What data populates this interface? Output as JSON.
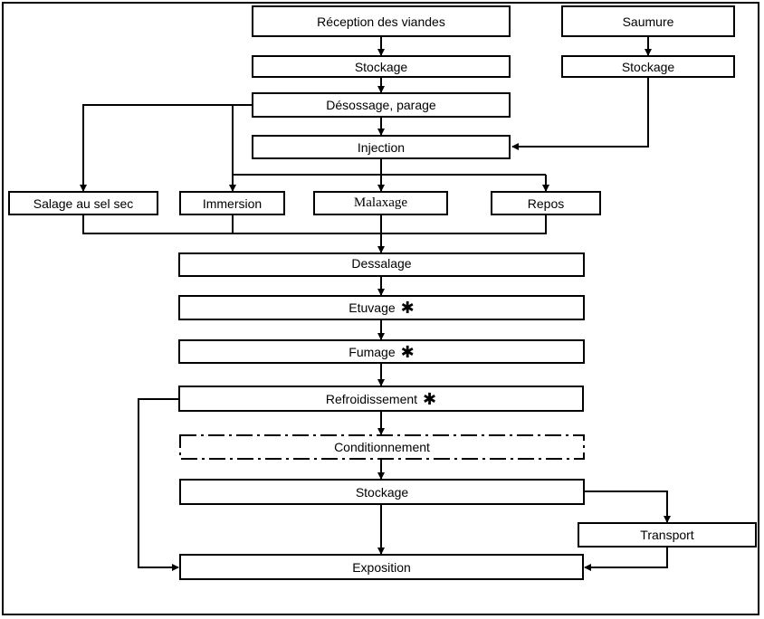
{
  "diagram": {
    "nodes": {
      "reception": "Réception des viandes",
      "saumure": "Saumure",
      "stockage_viandes": "Stockage",
      "stockage_saumure": "Stockage",
      "desossage": "Désossage, parage",
      "injection": "Injection",
      "salage": "Salage au sel sec",
      "immersion": "Immersion",
      "malaxage": "Malaxage",
      "repos": "Repos",
      "dessalage": "Dessalage",
      "etuvage": "Etuvage",
      "fumage": "Fumage",
      "refroidissement": "Refroidissement",
      "conditionnement": "Conditionnement",
      "stockage_final": "Stockage",
      "transport": "Transport",
      "exposition": "Exposition"
    },
    "critical_marker": "✱"
  }
}
